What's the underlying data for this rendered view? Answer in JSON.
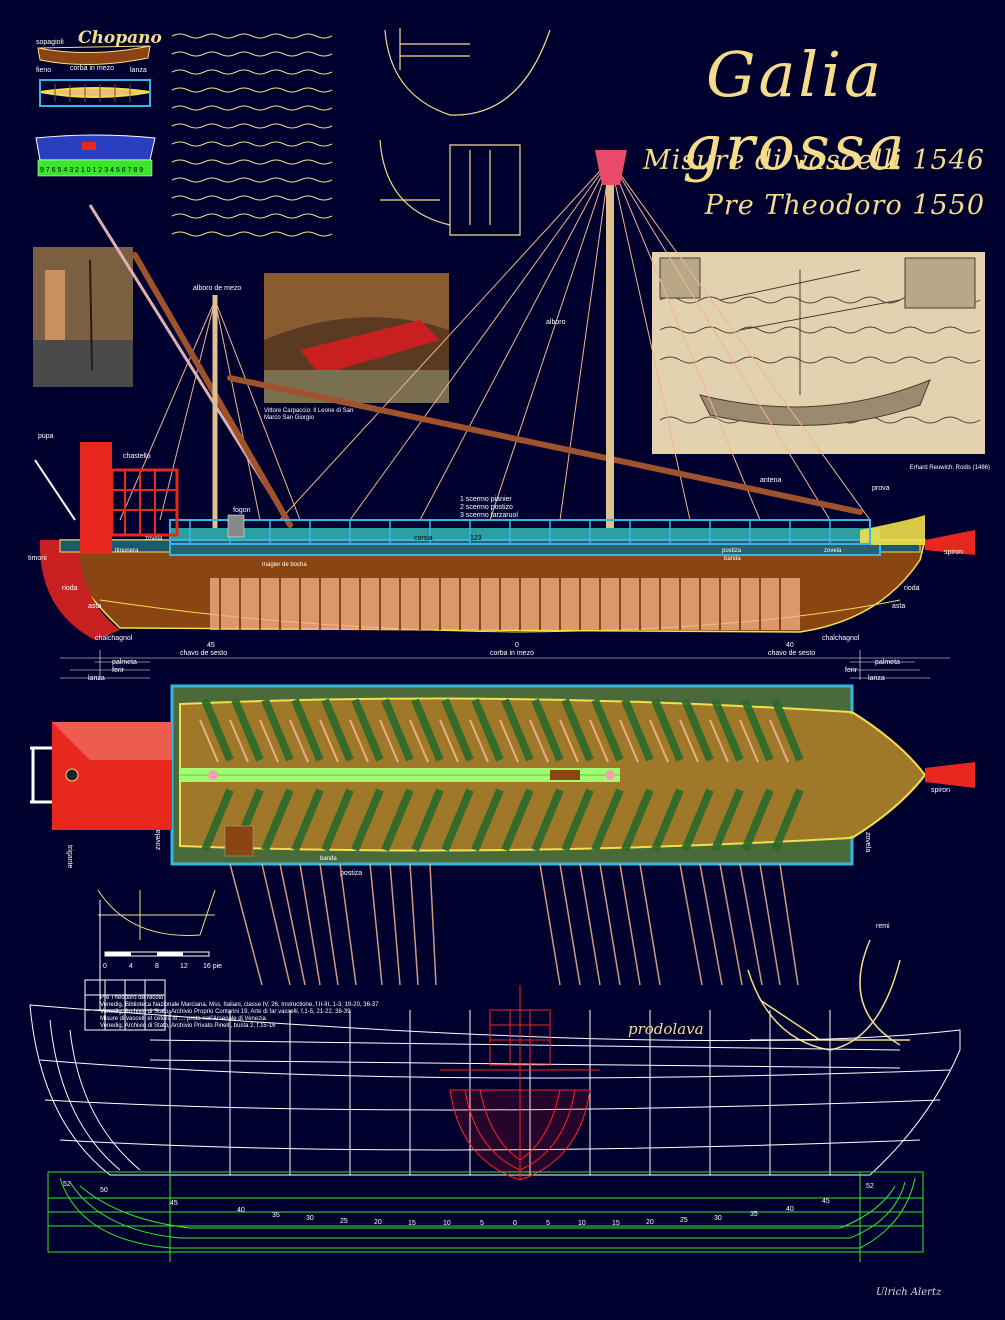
{
  "title": "Galia grossa",
  "subtitle1": "Misure di vascelli 1546",
  "subtitle2": "Pre Theodoro 1550",
  "chopano": {
    "title": "Chopano",
    "labels": [
      "sopagioli",
      "corba in mezo",
      "fieno",
      "lanza"
    ],
    "frame_numbers": "9 7 6 5 4 3 2 1 0 1 2 3 4 5 6 7 8 9"
  },
  "captions": {
    "carpaccio": "Vittore Carpaccio: Il Leone di San Marco San Giorgio",
    "reuwich": "Erhard Reuwich: Rodis (1486)",
    "source": "Pre Theodoro de Nicolo\nVenedig, Biblioteca Nazionale Marciana, Mss. Italiani, classe IV, 26, Instructione, f.II-III, 1-3, 19-20, 36-37\nVenedig, Archivio di Stato, Archivio Proprio Contarini 19, Arte di far vasselli, f.1-5, 21-22, 38-39\nMisure di vascelli et cetera di .... proto nell'Arsenale di Venezia\nVenedig, Archivio di Stato, Archivio Privato Pinelli, busta 2, f.15-16"
  },
  "profile_labels": {
    "alboro_de_mezo": "alboro de mezo",
    "alboro": "alboro",
    "pupa": "pupa",
    "chastello": "chastello",
    "fogon": "fogon",
    "antena": "antena",
    "prova": "prova",
    "timoni": "timoni",
    "timonera": "timonera",
    "zovela_aft": "zovela",
    "zovela_fwd": "zovela",
    "corsia": "corsia",
    "corsia_number": "123",
    "magier": "magier de bocha",
    "postiza": "postiza",
    "banda": "banda",
    "spiron": "spiron",
    "rioda_aft": "rioda",
    "rioda_fwd": "rioda",
    "asta_aft": "asta",
    "asta_fwd": "asta",
    "chalchagnol_aft": "chalchagnol",
    "chalchagnol_fwd": "chalchagnol",
    "scermo1": "1 scermo pianier",
    "scermo2": "2 scermo postizo",
    "scermo3": "3 scermo tarzaruol",
    "frame_aft": "45",
    "frame_mid": "0",
    "frame_fwd": "40",
    "chavo_aft": "chavo de sesto",
    "chavo_fwd": "chavo de sesto",
    "corba": "corba in mezo",
    "palmeta_aft": "palmeta",
    "ferir_aft": "ferir",
    "lanza_aft": "lanza",
    "palmeta_fwd": "palmeta",
    "ferir_fwd": "ferir",
    "lanza_fwd": "lanza"
  },
  "plan_labels": {
    "spiron": "spiron",
    "postiza": "postiza",
    "banda": "banda",
    "zovela_aft": "zovela",
    "zovela_fwd": "zovela",
    "trigante": "trigante",
    "remi": "remi"
  },
  "scale": {
    "ticks": [
      "0",
      "4",
      "8",
      "12",
      "16 pie"
    ]
  },
  "frame_numbers_lines": [
    "52",
    "50",
    "45",
    "40",
    "35",
    "30",
    "25",
    "20",
    "15",
    "10",
    "5",
    "0",
    "5",
    "10",
    "15",
    "20",
    "25",
    "30",
    "35",
    "40",
    "45",
    "52"
  ],
  "handwriting": "prodolava",
  "signature": "Ulrich Alertz",
  "colors": {
    "background": "#000033",
    "title": "#f5dc8a",
    "hull": "#8b4513",
    "castle": "#e8281e",
    "deck_blue": "#35b7e6",
    "corsia_green": "#a0ff70",
    "oars": "#f5b48c",
    "lines_white": "#ffffff",
    "lines_green": "#39e62a",
    "section_red": "#ff2020"
  }
}
